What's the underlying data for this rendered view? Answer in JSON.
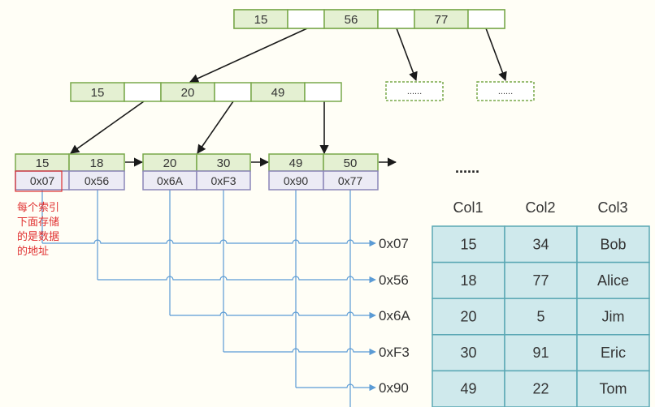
{
  "root_node": {
    "keys": [
      "15",
      "56",
      "77"
    ]
  },
  "level2_node": {
    "keys": [
      "15",
      "20",
      "49"
    ]
  },
  "placeholder_nodes": [
    {
      "label": "......"
    },
    {
      "label": "......"
    }
  ],
  "leaf_nodes": [
    {
      "keys": [
        "15",
        "18"
      ],
      "addresses": [
        "0x07",
        "0x56"
      ]
    },
    {
      "keys": [
        "20",
        "30"
      ],
      "addresses": [
        "0x6A",
        "0xF3"
      ]
    },
    {
      "keys": [
        "49",
        "50"
      ],
      "addresses": [
        "0x90",
        "0x77"
      ]
    }
  ],
  "leaf_ellipsis": "......",
  "annotation": {
    "lines": [
      "每个索引",
      "下面存储",
      "的是数据",
      "的地址"
    ]
  },
  "address_labels": [
    "0x07",
    "0x56",
    "0x6A",
    "0xF3",
    "0x90"
  ],
  "table": {
    "columns": [
      "Col1",
      "Col2",
      "Col3"
    ],
    "rows": [
      [
        "15",
        "34",
        "Bob"
      ],
      [
        "18",
        "77",
        "Alice"
      ],
      [
        "20",
        "5",
        "Jim"
      ],
      [
        "30",
        "91",
        "Eric"
      ],
      [
        "49",
        "22",
        "Tom"
      ]
    ]
  },
  "colors": {
    "key_fill": "#e4f0d2",
    "node_border": "#79a84a",
    "addr_fill": "#ecebf5",
    "addr_border": "#8b86b8",
    "arrow": "#1a1a1a",
    "blue_line": "#5b9bd5",
    "table_fill": "#cfe9ec",
    "table_border": "#5aa7b4",
    "annotation": "#e03030"
  }
}
